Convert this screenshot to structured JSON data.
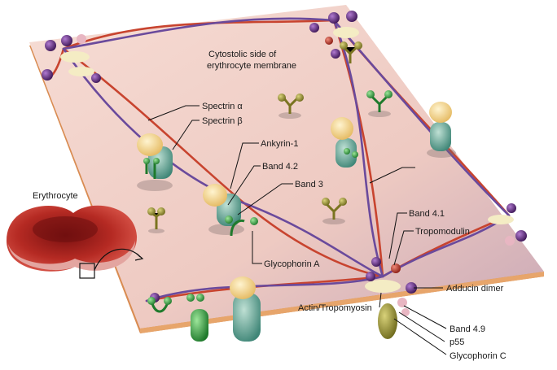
{
  "membrane_title_line1": "Cytostolic side of",
  "membrane_title_line2": "erythrocyte membrane",
  "cell_label": "Erythrocyte",
  "labels": {
    "spectrin_alpha": "Spectrin α",
    "spectrin_beta": "Spectrin β",
    "ankyrin": "Ankyrin-1",
    "band_4_2": "Band 4.2",
    "band_3": "Band 3",
    "glycophorin_a": "Glycophorin A",
    "band_4_1": "Band 4.1",
    "tropomodulin": "Tropomodulin",
    "adducin": "Adducin dimer",
    "actin": "Actin/Tropomyosin",
    "band_4_9": "Band 4.9",
    "p55": "p55",
    "glycophorin_c": "Glycophorin C"
  },
  "colors": {
    "membrane_top": "#f1d3cc",
    "membrane_edge": "#d98c52",
    "spectrin_alpha": "#c8442f",
    "spectrin_beta": "#6a4a9c",
    "ankyrin_yellow": "#f3d58a",
    "band3_teal": "#4e9a8d",
    "glycophorin_green": "#3aa54a",
    "olive_protein": "#8f8a2a",
    "adducin_purple": "#5b2a7a",
    "cell_red": "#b52a23"
  }
}
